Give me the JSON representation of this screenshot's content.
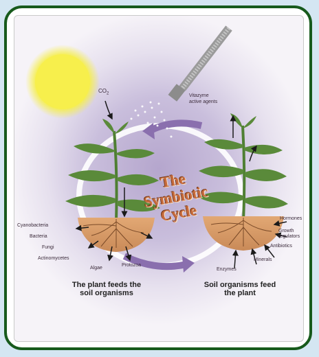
{
  "diagram": {
    "title_line1": "The",
    "title_line2": "Symbiotic",
    "title_line3": "Cycle",
    "co2_label": "CO",
    "co2_sub": "2",
    "spray_label_line1": "Vitazyme",
    "spray_label_line2": "active agents",
    "left_labels": [
      "Cyanobacteria",
      "Bacteria",
      "Fungi",
      "Actinomycetes",
      "Algae",
      "Protozoa"
    ],
    "right_labels": [
      "Hormones",
      "Growth",
      "regulators",
      "Antibiotics",
      "Minerals",
      "Enzymes"
    ],
    "caption_left_line1": "The plant feeds the",
    "caption_left_line2": "soil organisms",
    "caption_right_line1": "Soil organisms feed",
    "caption_right_line2": "the plant"
  },
  "colors": {
    "frame": "#175a1c",
    "sun": "#f5ee4a",
    "soil": "#d49868",
    "leaf": "#5a8a3a",
    "cycle_arrow": "#8a6fae",
    "title": "#c66a3c"
  }
}
